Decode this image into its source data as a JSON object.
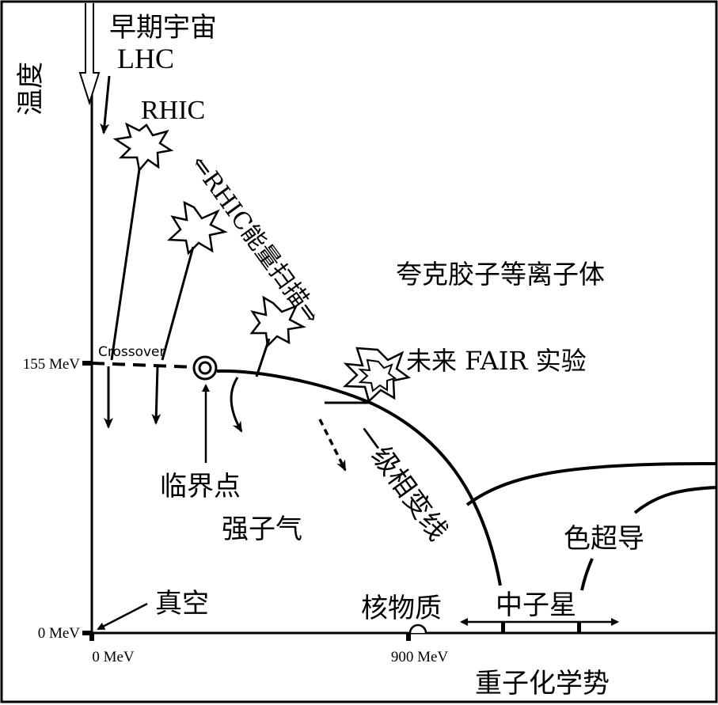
{
  "axes": {
    "y_label": "温度",
    "x_label": "重子化学势",
    "y_ticks": [
      "155 MeV",
      "0 MeV"
    ],
    "x_ticks": [
      "0 MeV",
      "900 MeV"
    ]
  },
  "labels": {
    "early_universe": "早期宇宙",
    "lhc": "LHC",
    "rhic": "RHIC",
    "beam_scan": "⇐RHIC能量扫描⇒",
    "qgp": "夸克胶子等离子体",
    "fair": "未来 FAIR 实验",
    "crossover": "Crossover",
    "critical_point": "临界点",
    "first_order": "一级相变线",
    "hadron_gas": "强子气",
    "color_sc": "色超导",
    "vacuum": "真空",
    "nuclear_matter": "核物质",
    "neutron_star": "中子星"
  }
}
